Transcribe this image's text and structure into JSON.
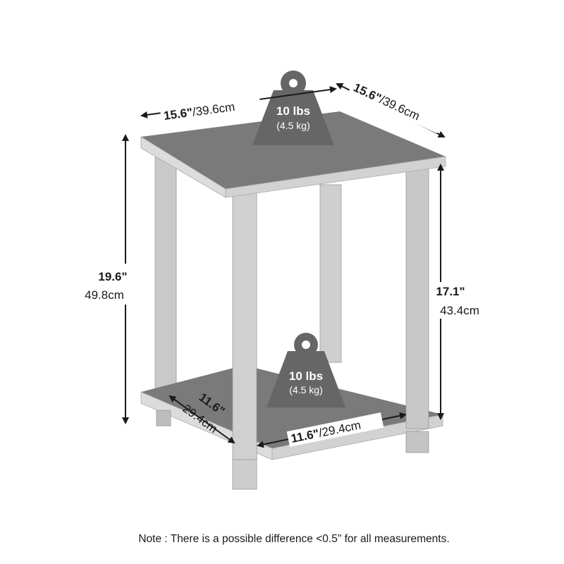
{
  "dimensions": {
    "top_width": {
      "inches": "15.6\"",
      "cm": "/39.6cm"
    },
    "top_depth": {
      "inches": "15.6\"",
      "cm": "/39.6cm"
    },
    "total_height": {
      "inches": "19.6\"",
      "cm": "49.8cm"
    },
    "shelf_height": {
      "inches": "17.1\"",
      "cm": "43.4cm"
    },
    "shelf_depth": {
      "inches": "11.6\"",
      "cm": "29.4cm"
    },
    "shelf_width": {
      "inches": "11.6\"",
      "cm": "/29.4cm"
    }
  },
  "weights": {
    "top": {
      "lbs": "10 lbs",
      "kg": "(4.5 kg)"
    },
    "shelf": {
      "lbs": "10 lbs",
      "kg": "(4.5 kg)"
    }
  },
  "note": "Note : There is a possible difference <0.5\" for all measurements.",
  "colors": {
    "panel": "#7a7a7a",
    "leg": "#c8c8c8",
    "edge": "#d9d9d9",
    "weight": "#666666",
    "line": "#1a1a1a"
  }
}
